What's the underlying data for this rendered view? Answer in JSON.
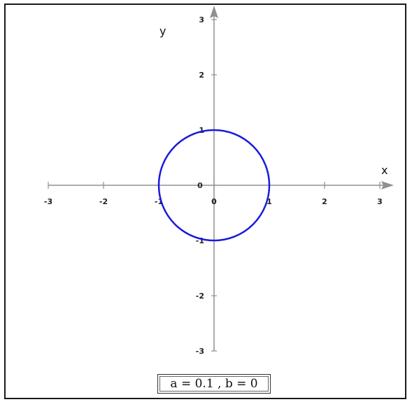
{
  "colors": {
    "axis": "#909090",
    "curve": "#1a1adc",
    "text": "#222222"
  },
  "parameter_label": "a = 0.1 , b = 0",
  "chart_data": {
    "type": "line",
    "xlabel": "x",
    "ylabel": "y",
    "xlim": [
      -3,
      3
    ],
    "ylim": [
      -3,
      3
    ],
    "grid": false,
    "x_ticks": [
      -3,
      -2,
      -1,
      0,
      1,
      2,
      3
    ],
    "y_ticks": [
      -3,
      -2,
      -1,
      0,
      1,
      2,
      3
    ],
    "series": [
      {
        "shape": "circle",
        "center": [
          0,
          0
        ],
        "radius": 1
      }
    ]
  }
}
